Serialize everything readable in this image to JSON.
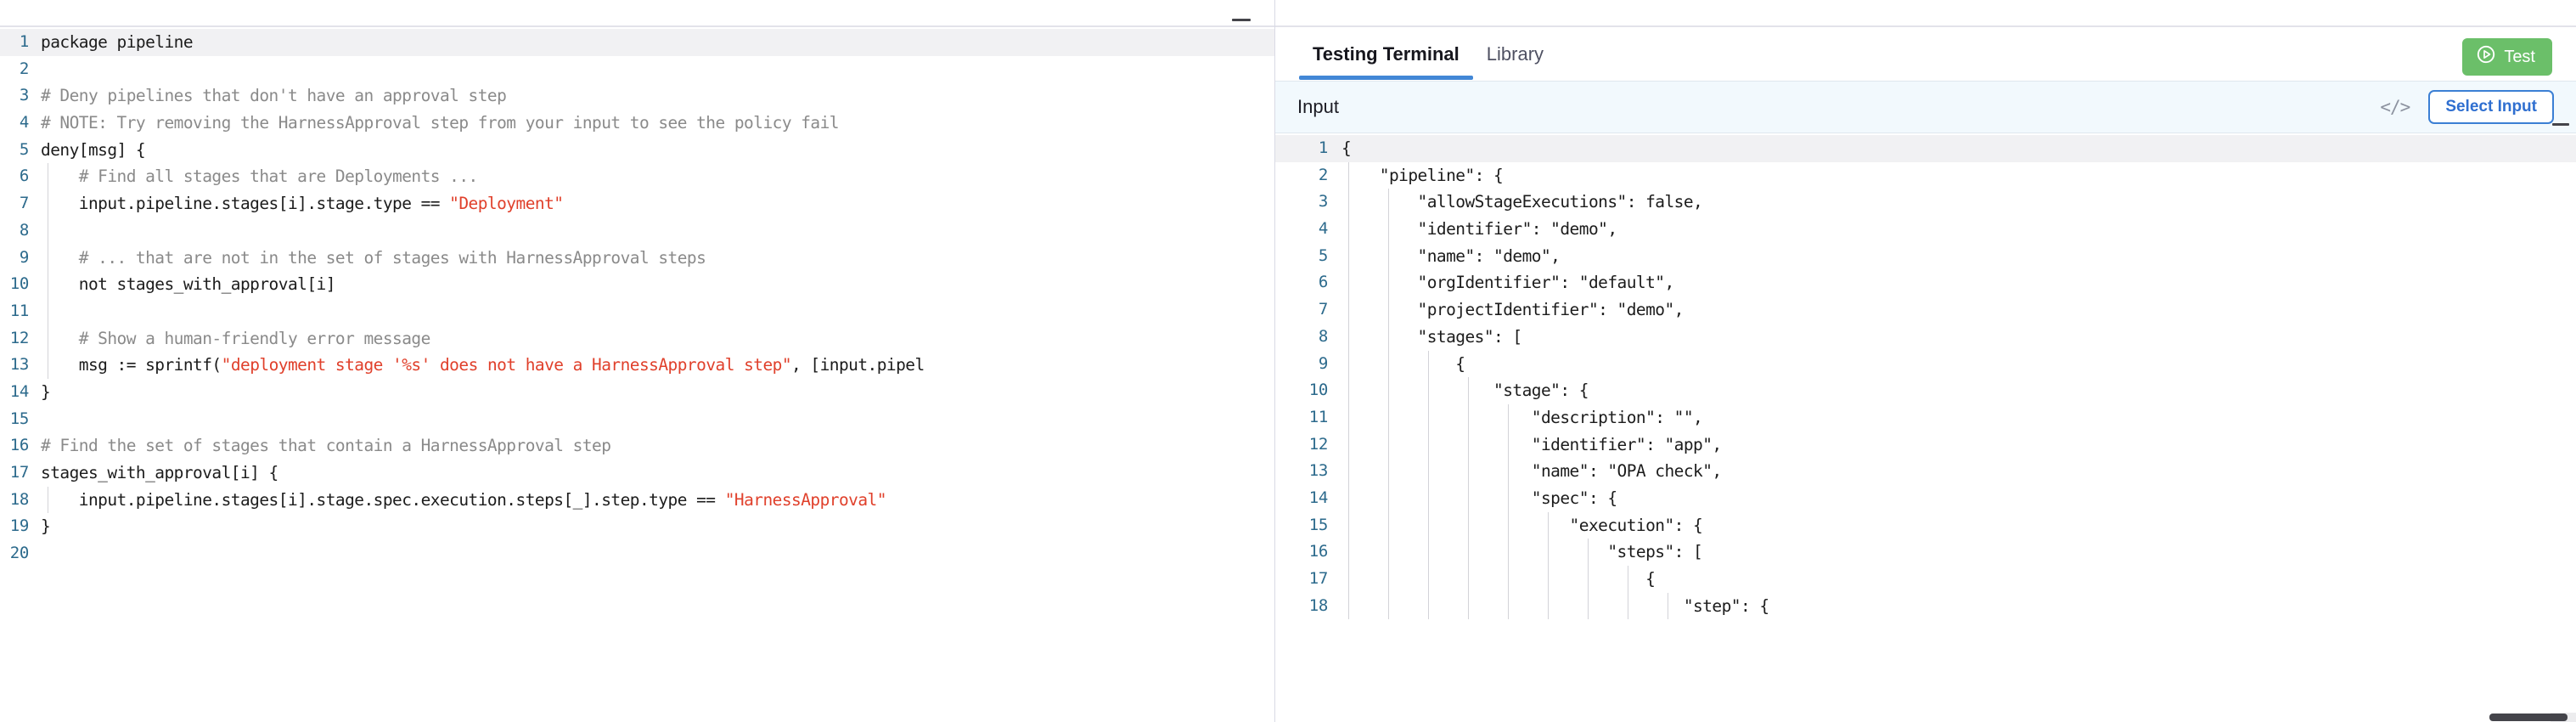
{
  "editor": {
    "language": "rego",
    "collapse_icon": "minimize-icon",
    "active_line": 1,
    "lines": [
      {
        "n": "1",
        "indent": 0,
        "segments": [
          {
            "t": "package pipeline",
            "k": "plain"
          }
        ]
      },
      {
        "n": "2",
        "indent": 0,
        "segments": []
      },
      {
        "n": "3",
        "indent": 0,
        "segments": [
          {
            "t": "# Deny pipelines that don't have an approval step",
            "k": "comment"
          }
        ]
      },
      {
        "n": "4",
        "indent": 0,
        "segments": [
          {
            "t": "# NOTE: Try removing the HarnessApproval step from your input to see the policy fail",
            "k": "comment"
          }
        ]
      },
      {
        "n": "5",
        "indent": 0,
        "segments": [
          {
            "t": "deny[msg] {",
            "k": "plain"
          }
        ]
      },
      {
        "n": "6",
        "indent": 1,
        "segments": [
          {
            "t": "    # Find all stages that are Deployments ...",
            "k": "comment"
          }
        ]
      },
      {
        "n": "7",
        "indent": 1,
        "segments": [
          {
            "t": "    input.pipeline.stages[i].stage.type == ",
            "k": "plain"
          },
          {
            "t": "\"Deployment\"",
            "k": "string"
          }
        ]
      },
      {
        "n": "8",
        "indent": 1,
        "segments": []
      },
      {
        "n": "9",
        "indent": 1,
        "segments": [
          {
            "t": "    # ... that are not in the set of stages with HarnessApproval steps",
            "k": "comment"
          }
        ]
      },
      {
        "n": "10",
        "indent": 1,
        "segments": [
          {
            "t": "    not stages_with_approval[i]",
            "k": "plain"
          }
        ]
      },
      {
        "n": "11",
        "indent": 1,
        "segments": []
      },
      {
        "n": "12",
        "indent": 1,
        "segments": [
          {
            "t": "    # Show a human-friendly error message",
            "k": "comment"
          }
        ]
      },
      {
        "n": "13",
        "indent": 1,
        "segments": [
          {
            "t": "    msg := sprintf(",
            "k": "plain"
          },
          {
            "t": "\"deployment stage '%s' does not have a HarnessApproval step\"",
            "k": "string"
          },
          {
            "t": ", [input.pipel",
            "k": "plain"
          }
        ]
      },
      {
        "n": "14",
        "indent": 0,
        "segments": [
          {
            "t": "}",
            "k": "plain"
          }
        ]
      },
      {
        "n": "15",
        "indent": 0,
        "segments": []
      },
      {
        "n": "16",
        "indent": 0,
        "segments": [
          {
            "t": "# Find the set of stages that contain a HarnessApproval step",
            "k": "comment"
          }
        ]
      },
      {
        "n": "17",
        "indent": 0,
        "segments": [
          {
            "t": "stages_with_approval[i] {",
            "k": "plain"
          }
        ]
      },
      {
        "n": "18",
        "indent": 1,
        "segments": [
          {
            "t": "    input.pipeline.stages[i].stage.spec.execution.steps[_].step.type == ",
            "k": "plain"
          },
          {
            "t": "\"HarnessApproval\"",
            "k": "string"
          }
        ]
      },
      {
        "n": "19",
        "indent": 0,
        "segments": [
          {
            "t": "}",
            "k": "plain"
          }
        ]
      },
      {
        "n": "20",
        "indent": 0,
        "segments": []
      }
    ]
  },
  "right_panel": {
    "tabs": [
      {
        "label": "Testing Terminal",
        "active": true
      },
      {
        "label": "Library",
        "active": false
      }
    ],
    "test_button": {
      "label": "Test",
      "icon": "play-circle-icon",
      "color": "#6bbf69"
    },
    "input_bar": {
      "label": "Input",
      "code_icon": "</>",
      "select_input_label": "Select Input",
      "accent": "#3b7fd4",
      "background": "#f2f9fd"
    },
    "collapse_icon": "minimize-icon",
    "json_editor": {
      "active_line": 1,
      "lines": [
        {
          "n": "1",
          "indent": 0,
          "text": "{"
        },
        {
          "n": "2",
          "indent": 1,
          "text": "    \"pipeline\": {"
        },
        {
          "n": "3",
          "indent": 2,
          "text": "        \"allowStageExecutions\": false,"
        },
        {
          "n": "4",
          "indent": 2,
          "text": "        \"identifier\": \"demo\","
        },
        {
          "n": "5",
          "indent": 2,
          "text": "        \"name\": \"demo\","
        },
        {
          "n": "6",
          "indent": 2,
          "text": "        \"orgIdentifier\": \"default\","
        },
        {
          "n": "7",
          "indent": 2,
          "text": "        \"projectIdentifier\": \"demo\","
        },
        {
          "n": "8",
          "indent": 2,
          "text": "        \"stages\": ["
        },
        {
          "n": "9",
          "indent": 3,
          "text": "            {"
        },
        {
          "n": "10",
          "indent": 4,
          "text": "                \"stage\": {"
        },
        {
          "n": "11",
          "indent": 5,
          "text": "                    \"description\": \"\","
        },
        {
          "n": "12",
          "indent": 5,
          "text": "                    \"identifier\": \"app\","
        },
        {
          "n": "13",
          "indent": 5,
          "text": "                    \"name\": \"OPA check\","
        },
        {
          "n": "14",
          "indent": 5,
          "text": "                    \"spec\": {"
        },
        {
          "n": "15",
          "indent": 6,
          "text": "                        \"execution\": {"
        },
        {
          "n": "16",
          "indent": 7,
          "text": "                            \"steps\": ["
        },
        {
          "n": "17",
          "indent": 8,
          "text": "                                {"
        },
        {
          "n": "18",
          "indent": 9,
          "text": "                                    \"step\": {"
        }
      ]
    },
    "scrollbar": {
      "name": "horizontal-scrollbar"
    }
  }
}
